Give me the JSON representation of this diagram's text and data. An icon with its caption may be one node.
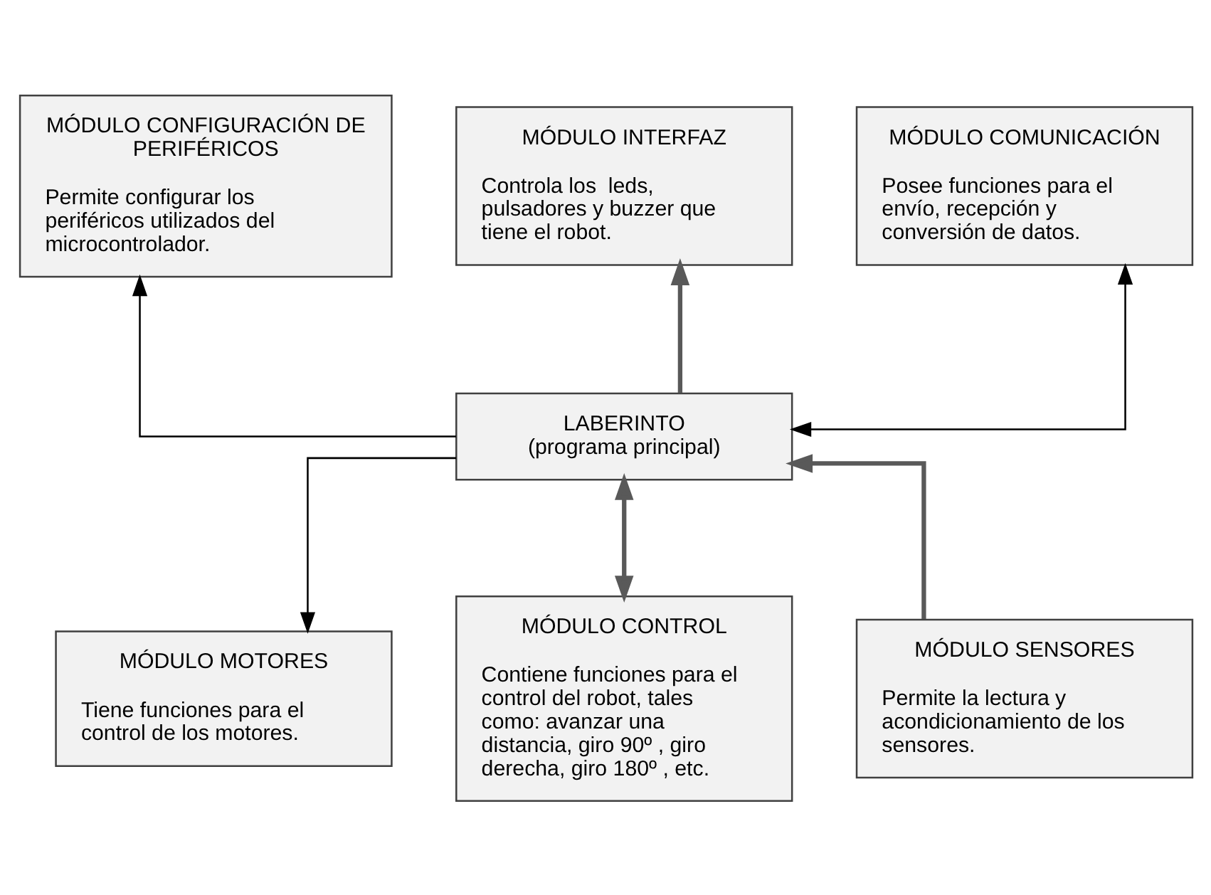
{
  "diagram": {
    "nodes": [
      {
        "text": [
          "MÓDULO CONFIGURACIÓN DE PERIFÉRICOS",
          "Permite configurar los periféricos utilizados del microcontrolador."
        ]
      },
      {
        "text": [
          "MÓDULO INTERFAZ",
          "Controla los  leds, pulsadores y buzzer que tiene el robot."
        ]
      },
      {
        "text": [
          "MÓDULO COMUNICACIÓN",
          "Posee funciones para el envío, recepción y conversión de datos."
        ]
      },
      {
        "text": [
          "LABERINTO",
          "(programa principal)"
        ]
      },
      {
        "text": [
          "MÓDULO MOTORES",
          "Tiene funciones para el control de los motores."
        ]
      },
      {
        "text": [
          "MÓDULO CONTROL",
          "Contiene funciones para el control del robot, tales como: avanzar una distancia, giro 90º , giro derecha, giro 180º , etc."
        ]
      },
      {
        "text": [
          "MÓDULO SENSORES",
          "Permite la lectura y acondicionamiento de los sensores."
        ]
      }
    ],
    "edges": [
      {
        "from": 3,
        "to": 0,
        "arrow": "to"
      },
      {
        "from": 3,
        "to": 1,
        "arrow": "to",
        "style": "thick",
        "color": "#595959"
      },
      {
        "from": 3,
        "to": 2,
        "arrow": "both"
      },
      {
        "from": 3,
        "to": 4,
        "arrow": "to"
      },
      {
        "from": 3,
        "to": 5,
        "arrow": "both",
        "style": "thick",
        "color": "#595959"
      },
      {
        "from": 6,
        "to": 3,
        "arrow": "to",
        "style": "thick",
        "color": "#595959"
      }
    ]
  }
}
